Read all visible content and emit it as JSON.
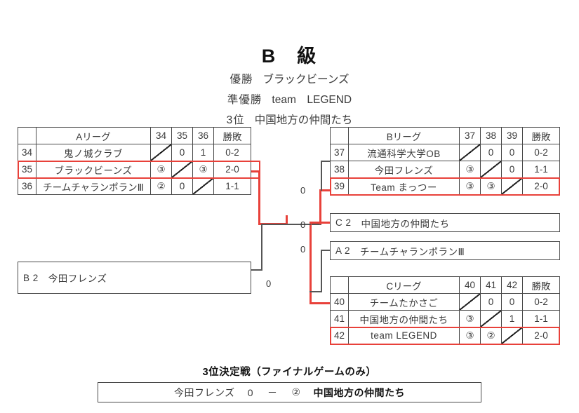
{
  "header": {
    "title": "B　級",
    "rows": [
      {
        "label": "優勝",
        "value": "ブラックビーンズ"
      },
      {
        "label": "準優勝",
        "value": "team　LEGEND"
      },
      {
        "label": "3位",
        "value": "中国地方の仲間たち"
      }
    ]
  },
  "leagues": {
    "a": {
      "name": "Aリーグ",
      "columns": [
        "34",
        "35",
        "36"
      ],
      "result_header": "勝敗",
      "rows": [
        {
          "no": "34",
          "team": "鬼ノ城クラブ",
          "scores": [
            "",
            "0",
            "1"
          ],
          "record": "0-2",
          "highlight": false
        },
        {
          "no": "35",
          "team": "ブラックビーンズ",
          "scores": [
            "③",
            "",
            "③"
          ],
          "record": "2-0",
          "highlight": true
        },
        {
          "no": "36",
          "team": "チームチャランポランⅢ",
          "scores": [
            "②",
            "0",
            ""
          ],
          "record": "1-1",
          "highlight": false
        }
      ]
    },
    "b": {
      "name": "Bリーグ",
      "columns": [
        "37",
        "38",
        "39"
      ],
      "result_header": "勝敗",
      "rows": [
        {
          "no": "37",
          "team": "流通科学大学OB",
          "scores": [
            "",
            "0",
            "0"
          ],
          "record": "0-2",
          "highlight": false
        },
        {
          "no": "38",
          "team": "今田フレンズ",
          "scores": [
            "③",
            "",
            "0"
          ],
          "record": "1-1",
          "highlight": false
        },
        {
          "no": "39",
          "team": "Team まっつー",
          "scores": [
            "③",
            "③",
            ""
          ],
          "record": "2-0",
          "highlight": true
        }
      ]
    },
    "c": {
      "name": "Cリーグ",
      "columns": [
        "40",
        "41",
        "42"
      ],
      "result_header": "勝敗",
      "rows": [
        {
          "no": "40",
          "team": "チームたかさご",
          "scores": [
            "",
            "0",
            "0"
          ],
          "record": "0-2",
          "highlight": false
        },
        {
          "no": "41",
          "team": "中国地方の仲間たち",
          "scores": [
            "③",
            "",
            "1"
          ],
          "record": "1-1",
          "highlight": false
        },
        {
          "no": "42",
          "team": "team LEGEND",
          "scores": [
            "③",
            "②",
            ""
          ],
          "record": "2-0",
          "highlight": true
        }
      ]
    }
  },
  "seed_boxes": {
    "b2": {
      "code": "B 2",
      "team": "今田フレンズ"
    },
    "c2": {
      "code": "C 2",
      "team": "中国地方の仲間たち"
    },
    "a2": {
      "code": "A 2",
      "team": "チームチャランポランⅢ"
    }
  },
  "bracket_scores": {
    "left_semi": "0",
    "right_upper": "0",
    "final": "0",
    "right_lower": "0"
  },
  "third_place": {
    "title": "3位決定戦（ファイナルゲームのみ）",
    "team_left": "今田フレンズ",
    "score_left": "0",
    "dash": "－",
    "score_right": "②",
    "team_right": "中国地方の仲間たち"
  },
  "colors": {
    "highlight": "#e8413a",
    "line": "#555555",
    "border": "#4a4a4a"
  }
}
